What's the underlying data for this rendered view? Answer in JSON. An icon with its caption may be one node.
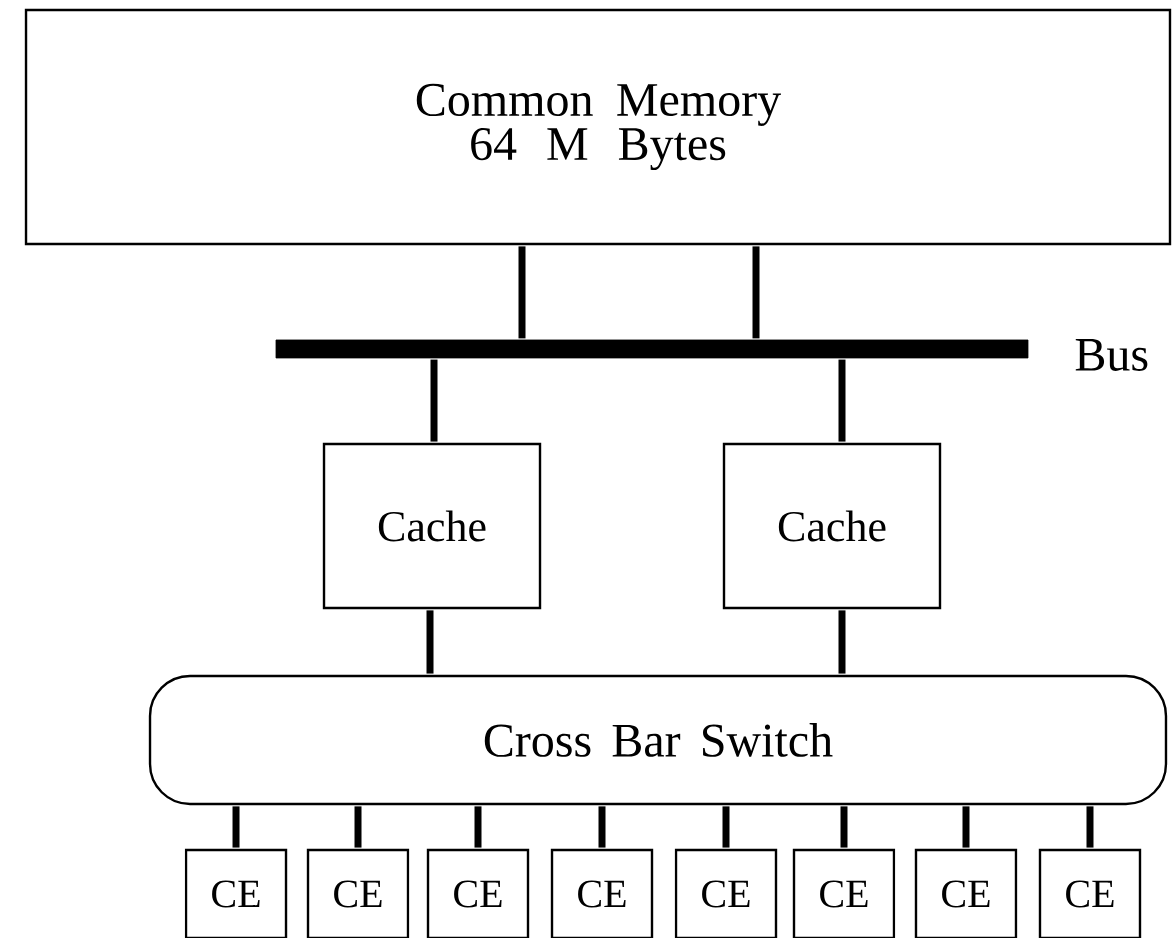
{
  "diagram": {
    "nodes": [
      {
        "text": [
          "Common Memory 64 M Bytes"
        ]
      },
      {
        "text": [],
        "shape": "bar",
        "beside": [
          "Bus"
        ]
      },
      {
        "text": [
          "Cache"
        ]
      },
      {
        "text": [
          "Cache"
        ]
      },
      {
        "text": [
          "Cross Bar Switch"
        ]
      },
      {
        "text": [
          "CE"
        ]
      },
      {
        "text": [
          "CE"
        ]
      },
      {
        "text": [
          "CE"
        ]
      },
      {
        "text": [
          "CE"
        ]
      },
      {
        "text": [
          "CE"
        ]
      },
      {
        "text": [
          "CE"
        ]
      },
      {
        "text": [
          "CE"
        ]
      },
      {
        "text": [
          "CE"
        ]
      }
    ],
    "edges": [
      {
        "from": 0,
        "to": 1,
        "arrow": "none"
      },
      {
        "from": 0,
        "to": 1,
        "arrow": "none"
      },
      {
        "from": 1,
        "to": 2,
        "arrow": "none"
      },
      {
        "from": 1,
        "to": 3,
        "arrow": "none"
      },
      {
        "from": 2,
        "to": 4,
        "arrow": "none"
      },
      {
        "from": 3,
        "to": 4,
        "arrow": "none"
      },
      {
        "from": 4,
        "to": 5,
        "arrow": "none"
      },
      {
        "from": 4,
        "to": 6,
        "arrow": "none"
      },
      {
        "from": 4,
        "to": 7,
        "arrow": "none"
      },
      {
        "from": 4,
        "to": 8,
        "arrow": "none"
      },
      {
        "from": 4,
        "to": 9,
        "arrow": "none"
      },
      {
        "from": 4,
        "to": 10,
        "arrow": "none"
      },
      {
        "from": 4,
        "to": 11,
        "arrow": "none"
      },
      {
        "from": 4,
        "to": 12,
        "arrow": "none"
      }
    ]
  }
}
